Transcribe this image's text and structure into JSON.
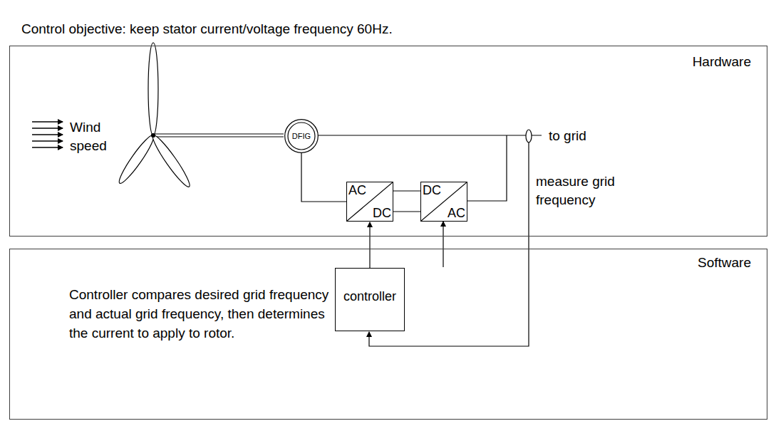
{
  "diagram": {
    "title": "Control objective: keep stator current/voltage frequency 60Hz.",
    "nodes": [
      {
        "text": [
          "Hardware"
        ]
      },
      {
        "text": [
          "DFIG"
        ],
        "in": 0
      },
      {
        "text": [
          "AC",
          "DC"
        ],
        "in": 0
      },
      {
        "text": [
          "DC",
          "AC"
        ],
        "in": 0
      },
      {
        "text": [
          "Software"
        ]
      },
      {
        "text": [
          "controller"
        ],
        "in": 4
      }
    ],
    "edges": [
      {
        "from": 1,
        "to": 2,
        "arrow": "none"
      },
      {
        "from": 2,
        "to": 3,
        "arrow": "none"
      },
      {
        "from": 5,
        "to": 2,
        "arrow": "to"
      }
    ],
    "labels": [
      "Wind speed",
      "to grid",
      "measure grid frequency",
      "Controller compares desired grid frequency and actual grid frequency, then determines the current to apply to rotor."
    ]
  }
}
